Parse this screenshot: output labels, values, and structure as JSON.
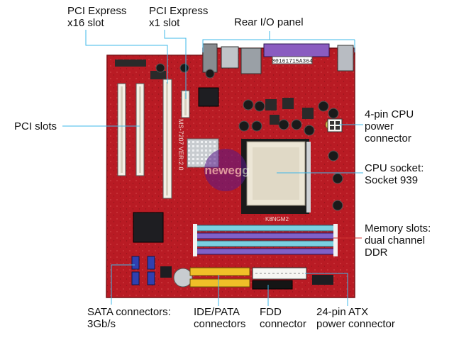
{
  "labels": {
    "pcie_x16": [
      "PCI Express",
      "x16 slot"
    ],
    "pcie_x1": [
      "PCI Express",
      "x1 slot"
    ],
    "rear_io": [
      "Rear I/O panel"
    ],
    "pci_slots": [
      "PCI slots"
    ],
    "cpu_power": [
      "4-pin CPU",
      "power",
      "connector"
    ],
    "cpu_socket": [
      "CPU socket:",
      "Socket 939"
    ],
    "memory": [
      "Memory slots:",
      "dual channel",
      "DDR"
    ],
    "sata": [
      "SATA connectors:",
      "3Gb/s"
    ],
    "ide": [
      "IDE/PATA",
      "connectors"
    ],
    "fdd": [
      "FDD",
      "connector"
    ],
    "atx_power": [
      "24-pin ATX",
      "power connector"
    ]
  },
  "board": {
    "model_text": "MS-7207 VER:2.0",
    "chipset_text": "K8NGM2",
    "sticker": "00161715A364",
    "watermark": "newegg"
  },
  "colors": {
    "pcb": "#b01820",
    "leader": "#3fb8e8",
    "memory_slots": [
      "#7ad0e0",
      "#8060c8",
      "#7ad0e0",
      "#8060c8"
    ],
    "ide": "#f0c028"
  }
}
